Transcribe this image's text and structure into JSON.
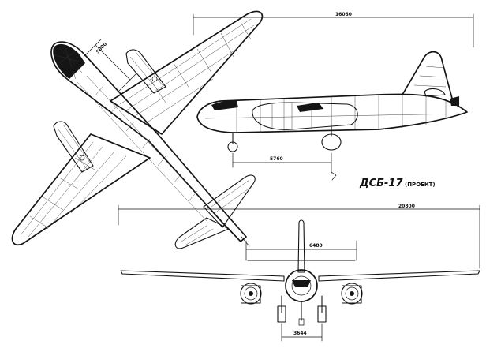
{
  "title": {
    "name": "ДСБ-17",
    "note": "(ПРОЕКТ)"
  },
  "dimensions": {
    "nose_length": "5000",
    "side_length": "16060",
    "side_gear": "5760",
    "wingspan": "20800",
    "tailplane_span": "6480",
    "gear_track": "3644"
  }
}
